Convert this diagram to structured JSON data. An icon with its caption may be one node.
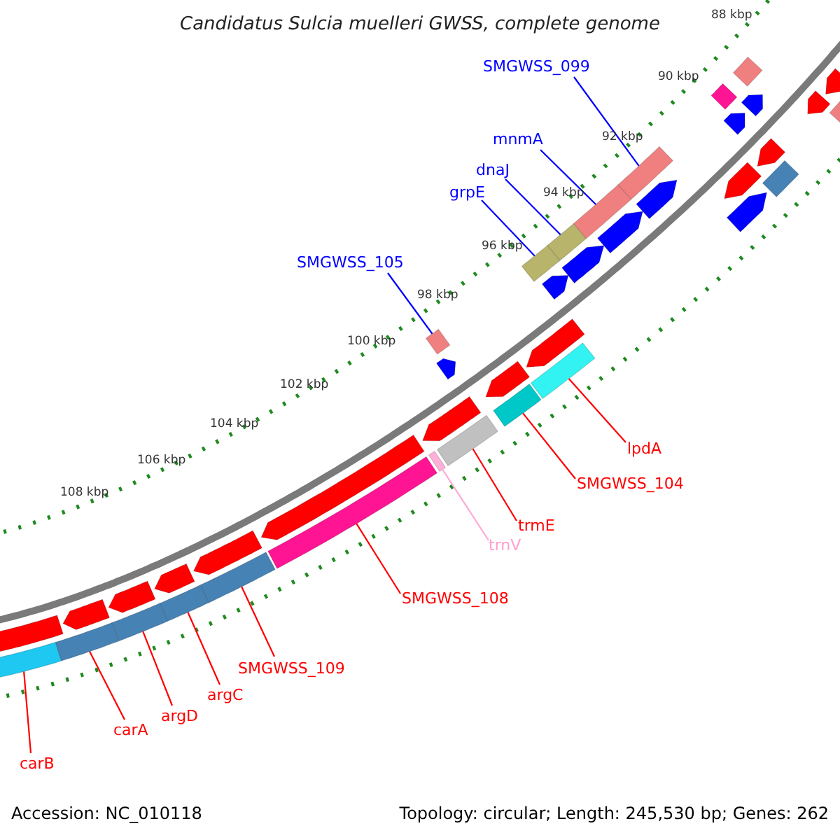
{
  "diagram": {
    "title": "Candidatus Sulcia muelleri GWSS, complete genome",
    "nodes": [
      {
        "text": [
          "SMGWSS_099"
        ]
      },
      {
        "text": [
          "mnmA"
        ]
      },
      {
        "text": [
          "dnaJ"
        ]
      },
      {
        "text": [
          "grpE"
        ]
      },
      {
        "text": [
          "SMGWSS_105"
        ]
      },
      {
        "text": [
          "lpdA"
        ]
      },
      {
        "text": [
          "SMGWSS_104"
        ]
      },
      {
        "text": [
          "trmE"
        ]
      },
      {
        "text": [
          "trnV"
        ]
      },
      {
        "text": [
          "SMGWSS_108"
        ]
      },
      {
        "text": [
          "SMGWSS_109"
        ]
      },
      {
        "text": [
          "argC"
        ]
      },
      {
        "text": [
          "argD"
        ]
      },
      {
        "text": [
          "carA"
        ]
      },
      {
        "text": [
          "carB"
        ]
      },
      {
        "text": [],
        "shape": "box"
      },
      {
        "text": [],
        "shape": "box"
      },
      {
        "text": [],
        "shape": "box"
      },
      {
        "text": [],
        "shape": "box"
      },
      {
        "text": [],
        "shape": "box"
      },
      {
        "text": [],
        "shape": "box"
      },
      {
        "text": [],
        "shape": "box"
      },
      {
        "text": [],
        "shape": "box"
      },
      {
        "text": [],
        "shape": "box"
      },
      {
        "text": [],
        "shape": "box"
      },
      {
        "text": [],
        "shape": "box"
      },
      {
        "text": [],
        "shape": "box"
      },
      {
        "text": [],
        "shape": "box"
      },
      {
        "text": [],
        "shape": "box"
      },
      {
        "text": [],
        "shape": "box"
      },
      {
        "text": [],
        "shape": "box"
      },
      {
        "text": [],
        "shape": "box"
      },
      {
        "text": [],
        "shape": "arrow"
      },
      {
        "text": [],
        "shape": "arrow"
      },
      {
        "text": [],
        "shape": "arrow"
      },
      {
        "text": [],
        "shape": "arrow"
      },
      {
        "text": [],
        "shape": "arrow"
      },
      {
        "text": [],
        "shape": "arrow"
      },
      {
        "text": [],
        "shape": "box"
      },
      {
        "text": [],
        "shape": "box"
      },
      {
        "text": [],
        "shape": "arrow"
      },
      {
        "text": [],
        "shape": "arrow"
      },
      {
        "text": [],
        "shape": "arrow"
      },
      {
        "text": [],
        "shape": "arrow"
      },
      {
        "text": [],
        "shape": "arrow"
      },
      {
        "text": [],
        "shape": "arrow"
      },
      {
        "text": [],
        "shape": "arrow"
      },
      {
        "text": [],
        "shape": "arrow"
      },
      {
        "text": [],
        "shape": "arrow"
      },
      {
        "text": [],
        "shape": "arrow"
      },
      {
        "text": [],
        "shape": "arrow"
      },
      {
        "text": [],
        "shape": "arrow"
      },
      {
        "text": [],
        "shape": "arrow"
      },
      {
        "text": [],
        "shape": "arrow"
      },
      {
        "text": [],
        "shape": "arrow"
      }
    ],
    "edges": [
      {
        "from": 0,
        "to": 15,
        "arrow": "none",
        "color": "#0000ff"
      },
      {
        "from": 1,
        "to": 16,
        "arrow": "none",
        "color": "#0000ff"
      },
      {
        "from": 2,
        "to": 17,
        "arrow": "none",
        "color": "#0000ff"
      },
      {
        "from": 3,
        "to": 18,
        "arrow": "none",
        "color": "#0000ff"
      },
      {
        "from": 4,
        "to": 19,
        "arrow": "none",
        "color": "#0000ff"
      },
      {
        "from": 5,
        "to": 20,
        "arrow": "none"
      },
      {
        "from": 6,
        "to": 21,
        "arrow": "none"
      },
      {
        "from": 7,
        "to": 22,
        "arrow": "none"
      },
      {
        "from": 8,
        "to": 23,
        "arrow": "none",
        "color": "#ffaad4"
      },
      {
        "from": 9,
        "to": 24,
        "arrow": "none"
      },
      {
        "from": 10,
        "to": 25,
        "arrow": "none"
      },
      {
        "from": 11,
        "to": 26,
        "arrow": "none"
      },
      {
        "from": 12,
        "to": 27,
        "arrow": "none"
      },
      {
        "from": 13,
        "to": 28,
        "arrow": "none"
      },
      {
        "from": 14,
        "to": 29,
        "arrow": "none"
      }
    ],
    "labels": [
      "88 kbp",
      "90 kbp",
      "92 kbp",
      "94 kbp",
      "96 kbp",
      "98 kbp",
      "100 kbp",
      "102 kbp",
      "104 kbp",
      "106 kbp",
      "108 kbp",
      "Accession: NC_010118",
      "Topology: circular; Length: 245,530 bp; Genes: 262"
    ]
  }
}
